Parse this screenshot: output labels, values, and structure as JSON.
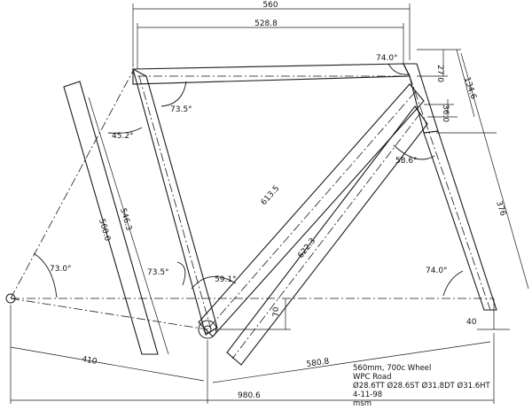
{
  "dimensions": {
    "top_length": "560",
    "top_tube_length": "528.8",
    "head_angle_top": "74.0°",
    "head_seg_top": "27.0",
    "head_seg_mid": "36.0",
    "head_total": "134.6",
    "seat_angle": "73.5°",
    "seat_top_angle": "45.2°",
    "down_tube_length": "613.5",
    "seat_tube_length": "546.3",
    "seat_tube_ctc": "560.0",
    "head_down_angle": "58.6°",
    "fork_length": "376",
    "rear_angle": "73.0°",
    "bb_angle_left": "73.5°",
    "bb_angle_right": "59.1°",
    "ground_angle": "74.0°",
    "chain_length": "622.3",
    "bb_drop": "70",
    "front_offset": "40",
    "chainstay": "410",
    "front_center": "580.8",
    "wheelbase": "980.6"
  },
  "notes": {
    "line1": "560mm, 700c Wheel",
    "line2": "WPC Road",
    "line3": "Ø28.6TT  Ø28.6ST  Ø31.8DT  Ø31.6HT",
    "line4": "4-11-98",
    "line5": "msm"
  }
}
